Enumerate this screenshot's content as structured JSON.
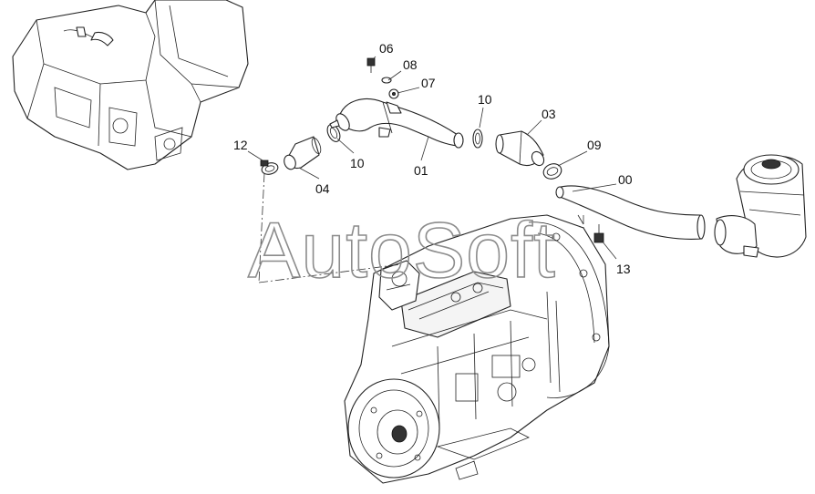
{
  "watermark": "AutoSoft",
  "callouts": [
    {
      "id": "06",
      "text": "06"
    },
    {
      "id": "08",
      "text": "08"
    },
    {
      "id": "07",
      "text": "07"
    },
    {
      "id": "10a",
      "text": "10"
    },
    {
      "id": "03",
      "text": "03"
    },
    {
      "id": "10b",
      "text": "10"
    },
    {
      "id": "09",
      "text": "09"
    },
    {
      "id": "12",
      "text": "12"
    },
    {
      "id": "01",
      "text": "01"
    },
    {
      "id": "04",
      "text": "04"
    },
    {
      "id": "00",
      "text": "00"
    },
    {
      "id": "13",
      "text": "13"
    }
  ]
}
